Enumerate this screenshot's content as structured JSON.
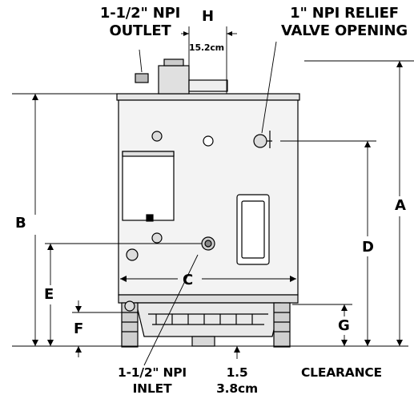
{
  "labels": {
    "outlet_line1": "1-1/2\" NPI",
    "outlet_line2": "OUTLET",
    "dim_h": "H",
    "dim_h_value": "15.2cm",
    "relief_line1": "1\" NPI RELIEF",
    "relief_line2": "VALVE OPENING",
    "dim_a": "A",
    "dim_b": "B",
    "dim_c": "C",
    "dim_d": "D",
    "dim_e": "E",
    "dim_f": "F",
    "dim_g": "G",
    "inlet_line1": "1-1/2\" NPI",
    "inlet_line2": "INLET",
    "clearance_in": "1.5",
    "clearance_cm": "3.8cm",
    "clearance": "CLEARANCE"
  }
}
